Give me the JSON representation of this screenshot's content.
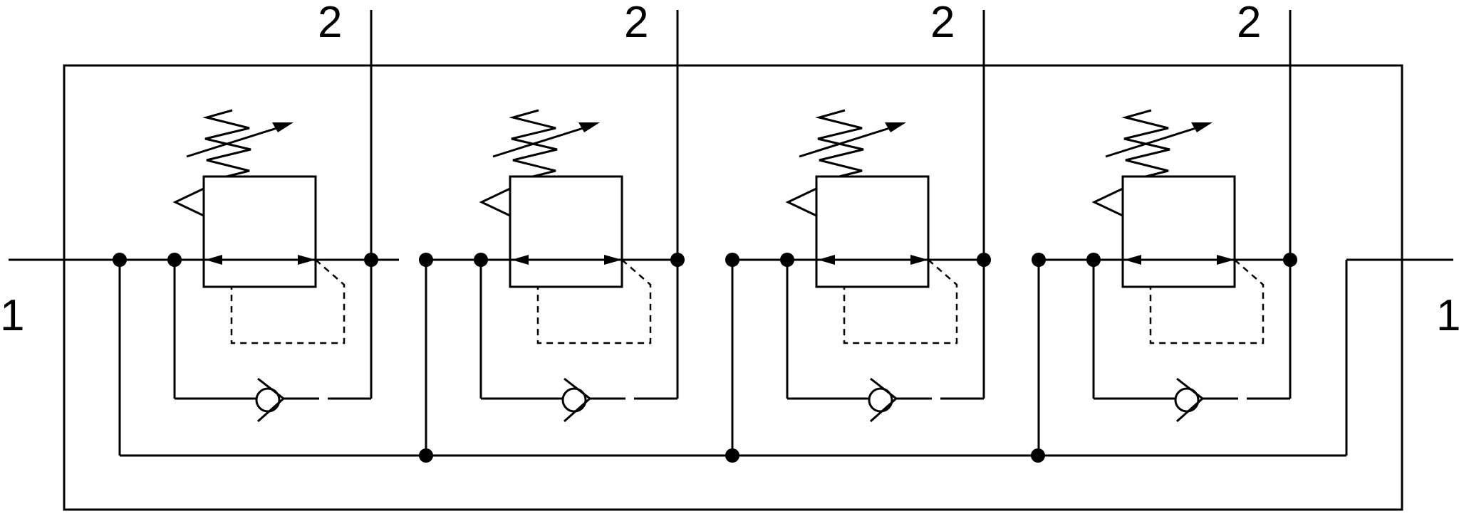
{
  "diagram": {
    "outlet_port_label": "2",
    "inlet_port_left_label": "1",
    "inlet_port_right_label": "1",
    "stations": [
      {
        "outlet_label": "2"
      },
      {
        "outlet_label": "2"
      },
      {
        "outlet_label": "2"
      },
      {
        "outlet_label": "2"
      }
    ]
  }
}
